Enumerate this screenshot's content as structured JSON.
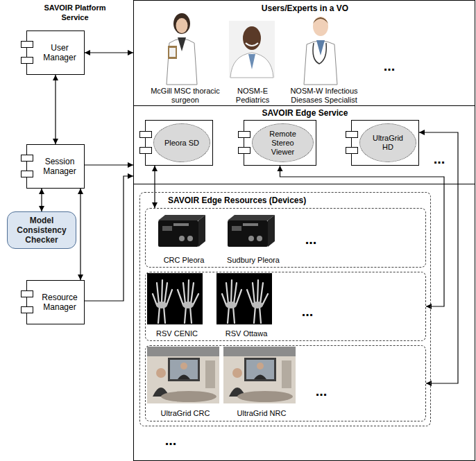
{
  "diagram": {
    "nodes": [
      {
        "text": [
          "User Manager"
        ]
      },
      {
        "text": [
          "Session Manager"
        ]
      },
      {
        "text": [
          "Model Consistency Checker"
        ]
      },
      {
        "text": [
          "Resource Manager"
        ]
      },
      {
        "text": [
          "Users/Experts in a VO",
          "McGill MSC thoracic surgeon",
          "NOSM-E Pediatrics",
          "NOSM-W Infectious Diesases Specialist",
          "..."
        ]
      },
      {
        "text": [
          "SAVOIR Edge Service",
          "..."
        ]
      },
      {
        "text": [
          "Pleora SD"
        ],
        "in": 5
      },
      {
        "text": [
          "Remote Stereo Viewer"
        ],
        "in": 5
      },
      {
        "text": [
          "UltraGrid HD"
        ],
        "in": 5
      },
      {
        "text": [
          "..."
        ]
      },
      {
        "text": [
          "SAVOIR Edge Resources (Devices)"
        ],
        "in": 9
      },
      {
        "text": [
          "CRC Pleora",
          "Sudbury Pleora",
          "..."
        ],
        "in": 10
      },
      {
        "text": [
          "RSV CENIC",
          "RSV Ottawa",
          "..."
        ],
        "in": 10
      },
      {
        "text": [
          "UltraGrid CRC",
          "UltraGrid NRC",
          "..."
        ],
        "in": 10
      }
    ],
    "edges": [
      {
        "from": 0,
        "to": 4,
        "arrow": "both"
      },
      {
        "from": 0,
        "to": 1,
        "arrow": "both"
      },
      {
        "from": 1,
        "to": 2,
        "arrow": "both"
      },
      {
        "from": 1,
        "to": 5,
        "arrow": "to"
      },
      {
        "from": 1,
        "to": 3,
        "arrow": "both"
      },
      {
        "from": 3,
        "to": 5,
        "arrow": "to"
      },
      {
        "from": 6,
        "to": 11,
        "arrow": "both"
      },
      {
        "from": 7,
        "to": 12,
        "arrow": "both"
      },
      {
        "from": 8,
        "to": 13,
        "arrow": "both"
      }
    ],
    "labels": [
      "SAVOIR Platform Service"
    ]
  }
}
